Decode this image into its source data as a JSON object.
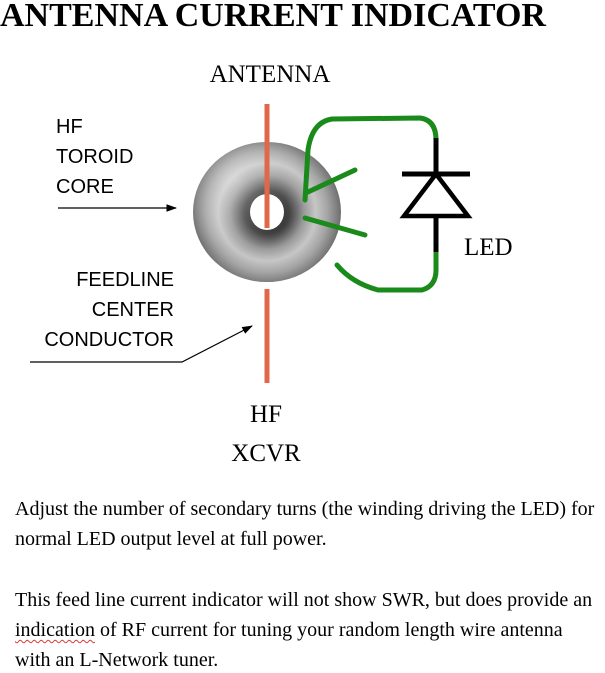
{
  "title": "ANTENNA CURRENT INDICATOR",
  "diagram": {
    "labels": {
      "antenna": "ANTENNA",
      "toroid": [
        "HF",
        "TOROID",
        "CORE"
      ],
      "feedline": [
        "FEEDLINE",
        "CENTER",
        "CONDUCTOR"
      ],
      "xcvr": [
        "HF",
        "XCVR"
      ],
      "led": "LED"
    },
    "colors": {
      "conductor": "#e0674a",
      "winding": "#1a8a1a",
      "core": "#a0a0a0",
      "ink": "#000000"
    }
  },
  "paragraphs": {
    "p1": "Adjust the number of secondary turns (the winding driving the LED) for normal LED output level at full power.",
    "p2_before": "This feed line current indicator will not show SWR, but does provide an ",
    "p2_underlined": "indication",
    "p2_after": " of RF current for tuning your random length wire antenna with an L-Network tuner."
  }
}
